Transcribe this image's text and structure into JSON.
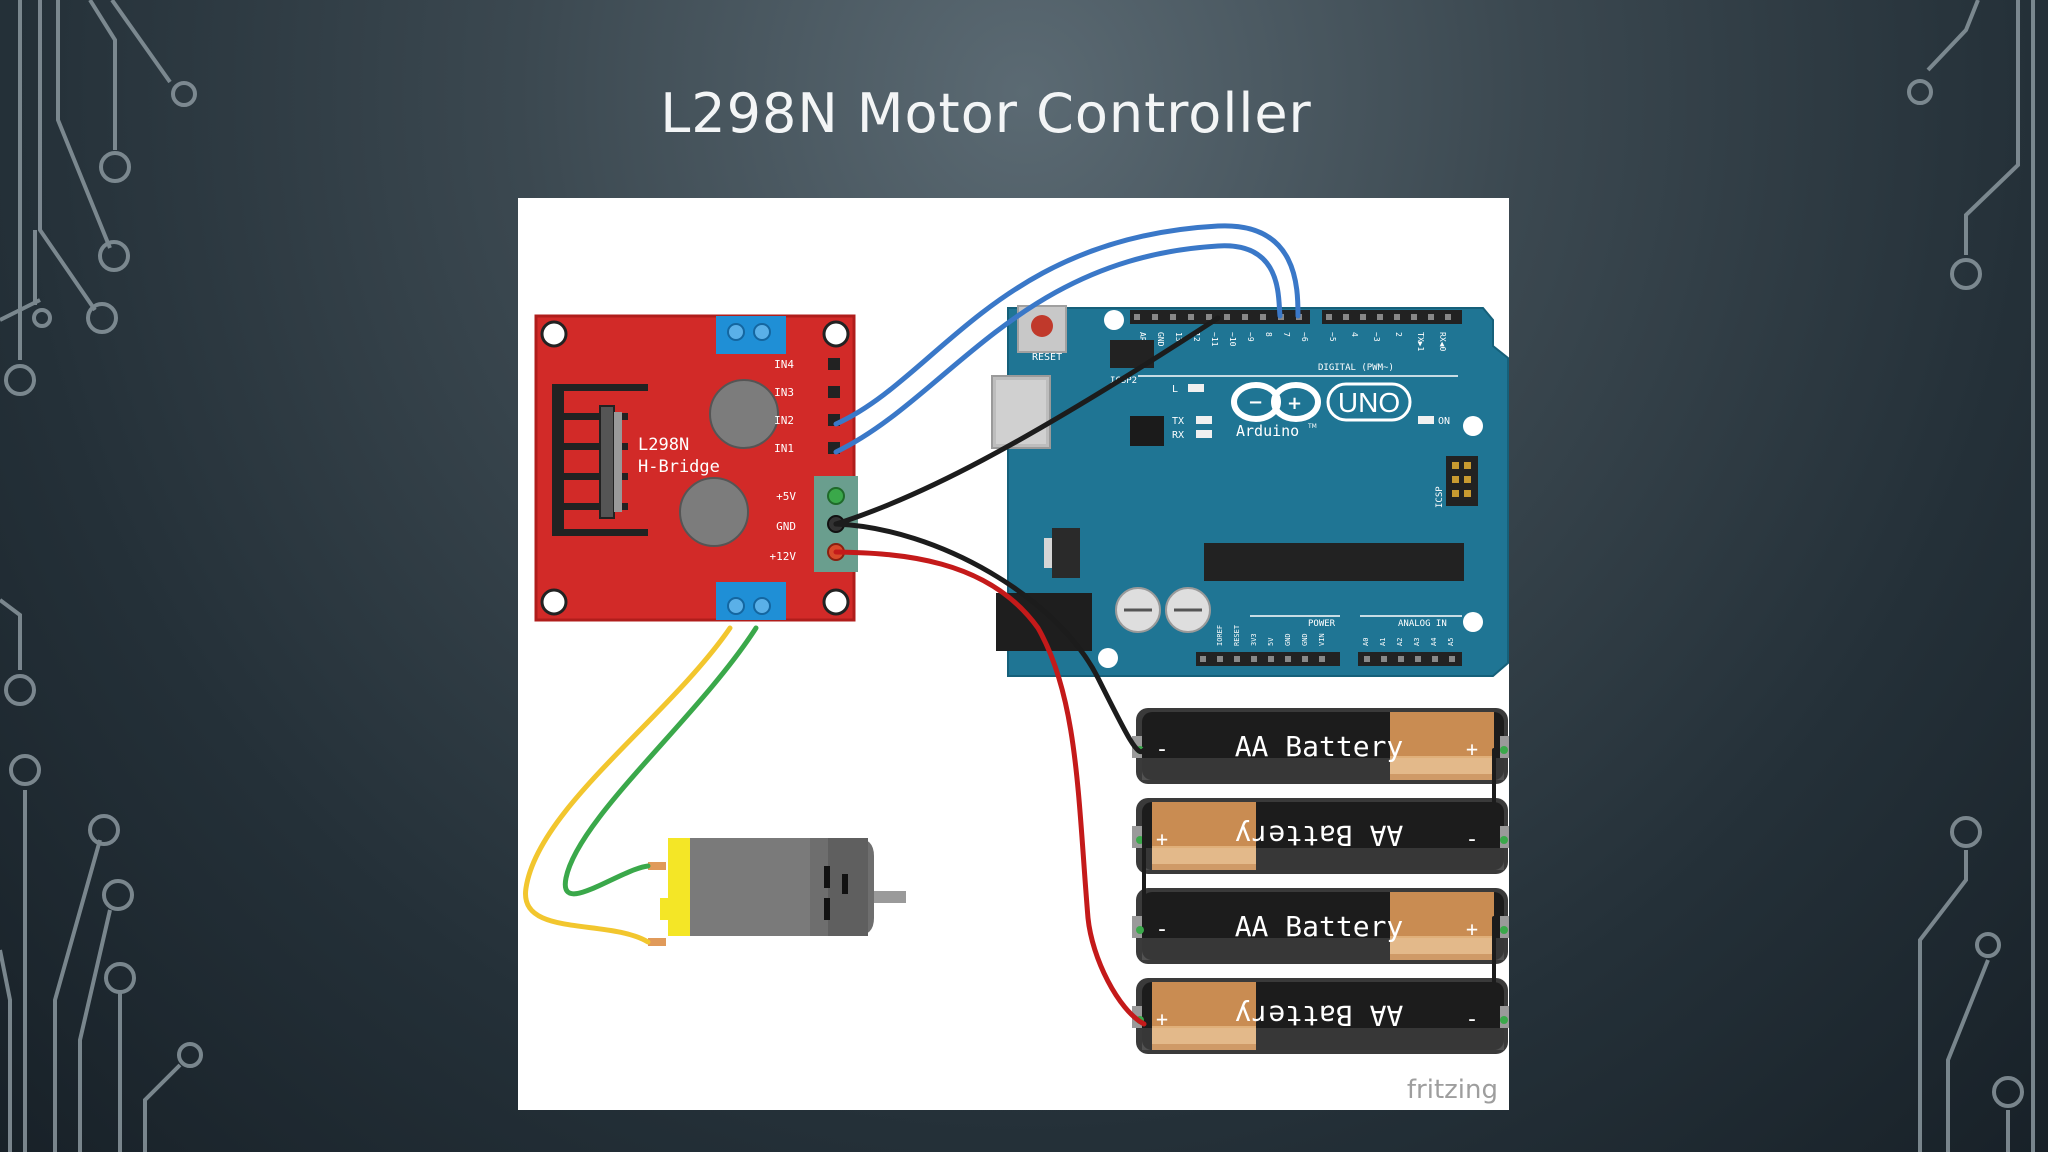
{
  "slide": {
    "title": "L298N Motor Controller"
  },
  "colors": {
    "board_red": "#d22a28",
    "arduino_blue": "#1f7594",
    "wire_blue": "#3a78c8",
    "wire_black": "#1c1c1c",
    "wire_red": "#c41a1a",
    "wire_yellow": "#f2c62e",
    "wire_green": "#3aa84a",
    "terminal_blue": "#1f8fd6",
    "battery_copper": "#c98c52"
  },
  "hbridge": {
    "name_line1": "L298N",
    "name_line2": "H-Bridge",
    "pins": [
      "IN4",
      "IN3",
      "IN2",
      "IN1"
    ],
    "power_pins": [
      "+5V",
      "GND",
      "+12V"
    ]
  },
  "arduino": {
    "reset": "RESET",
    "icsp2": "ICSP2",
    "uno": "UNO",
    "brand": "Arduino",
    "tm": "TM",
    "led_l": "L",
    "led_tx": "TX",
    "led_rx": "RX",
    "on": "ON",
    "digital": "DIGITAL (PWM~)",
    "icsp": "ICSP",
    "power": "POWER",
    "analog": "ANALOG IN",
    "digital_pins": [
      "AREF",
      "GND",
      "13",
      "12",
      "~11",
      "~10",
      "~9",
      "8",
      "7",
      "~6",
      "~5",
      "4",
      "~3",
      "2",
      "TX▶1",
      "RX◀0"
    ],
    "power_pins": [
      "IOREF",
      "RESET",
      "3V3",
      "5V",
      "GND",
      "GND",
      "VIN"
    ],
    "analog_pins": [
      "A0",
      "A1",
      "A2",
      "A3",
      "A4",
      "A5"
    ]
  },
  "batteries": [
    {
      "label": "AA Battery",
      "minus": "-",
      "plus": "+"
    },
    {
      "label": "AA Battery",
      "minus": "-",
      "plus": "+"
    },
    {
      "label": "AA Battery",
      "minus": "-",
      "plus": "+"
    },
    {
      "label": "AA Battery",
      "minus": "-",
      "plus": "+"
    }
  ],
  "watermark": "fritzing"
}
